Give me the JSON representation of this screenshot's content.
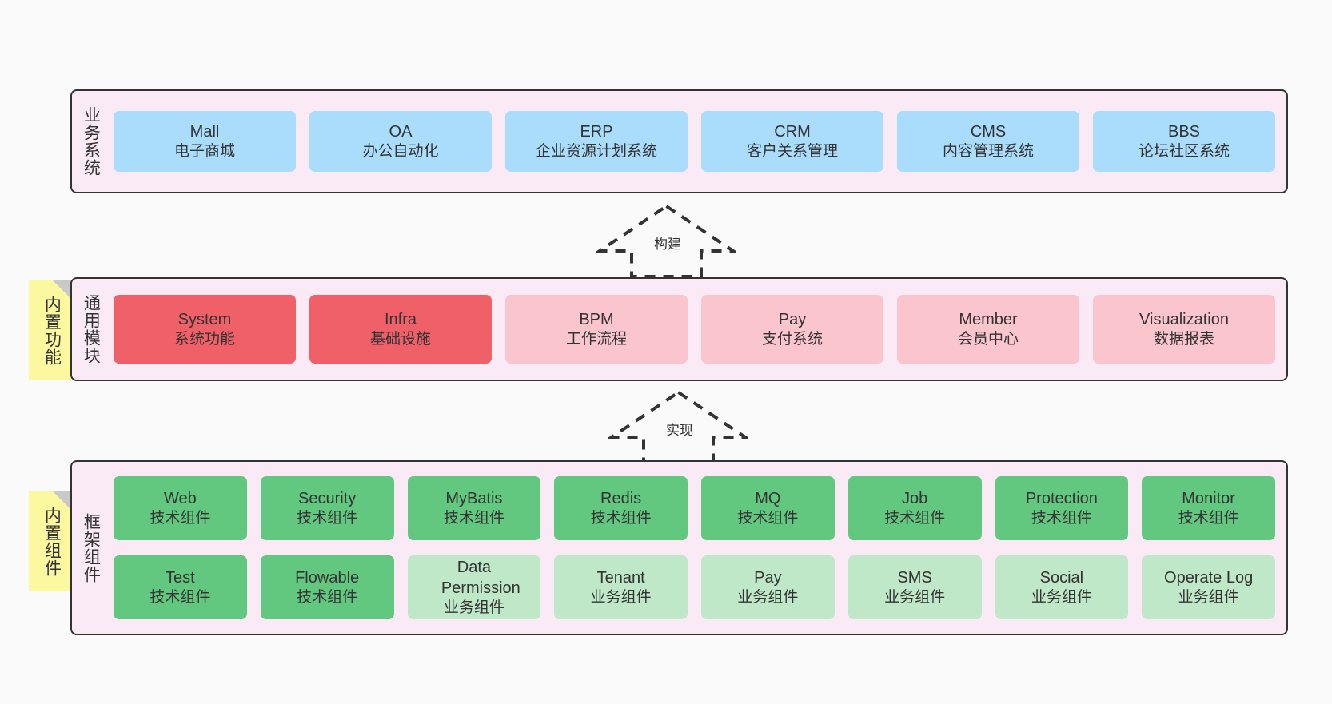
{
  "diagram": {
    "title_icon": "architecture-diagram",
    "background": "#fafafa"
  },
  "layers": [
    {
      "id": "business",
      "title": "业务系统",
      "note": null,
      "band_color": "#faeaf5",
      "rows": [
        [
          {
            "en": "Mall",
            "cn": "电子商城",
            "color": "#aadcfb"
          },
          {
            "en": "OA",
            "cn": "办公自动化",
            "color": "#aadcfb"
          },
          {
            "en": "ERP",
            "cn": "企业资源计划系统",
            "color": "#aadcfb"
          },
          {
            "en": "CRM",
            "cn": "客户关系管理",
            "color": "#aadcfb"
          },
          {
            "en": "CMS",
            "cn": "内容管理系统",
            "color": "#aadcfb"
          },
          {
            "en": "BBS",
            "cn": "论坛社区系统",
            "color": "#aadcfb"
          }
        ]
      ]
    },
    {
      "id": "common",
      "title": "通用模块",
      "note": "内置功能",
      "band_color": "#faeaf5",
      "rows": [
        [
          {
            "en": "System",
            "cn": "系统功能",
            "color": "#ef6069"
          },
          {
            "en": "Infra",
            "cn": "基础设施",
            "color": "#ef6069"
          },
          {
            "en": "BPM",
            "cn": "工作流程",
            "color": "#fbc5cd"
          },
          {
            "en": "Pay",
            "cn": "支付系统",
            "color": "#fbc5cd"
          },
          {
            "en": "Member",
            "cn": "会员中心",
            "color": "#fbc5cd"
          },
          {
            "en": "Visualization",
            "cn": "数据报表",
            "color": "#fbc5cd"
          }
        ]
      ]
    },
    {
      "id": "framework",
      "title": "框架组件",
      "note": "内置组件",
      "band_color": "#faeaf5",
      "rows": [
        [
          {
            "en": "Web",
            "cn": "技术组件",
            "color": "#62c77f"
          },
          {
            "en": "Security",
            "cn": "技术组件",
            "color": "#62c77f"
          },
          {
            "en": "MyBatis",
            "cn": "技术组件",
            "color": "#62c77f"
          },
          {
            "en": "Redis",
            "cn": "技术组件",
            "color": "#62c77f"
          },
          {
            "en": "MQ",
            "cn": "技术组件",
            "color": "#62c77f"
          },
          {
            "en": "Job",
            "cn": "技术组件",
            "color": "#62c77f"
          },
          {
            "en": "Protection",
            "cn": "技术组件",
            "color": "#62c77f"
          },
          {
            "en": "Monitor",
            "cn": "技术组件",
            "color": "#62c77f"
          }
        ],
        [
          {
            "en": "Test",
            "cn": "技术组件",
            "color": "#62c77f"
          },
          {
            "en": "Flowable",
            "cn": "技术组件",
            "color": "#62c77f"
          },
          {
            "en": "Data Permission",
            "cn": "业务组件",
            "color": "#bfe8c8"
          },
          {
            "en": "Tenant",
            "cn": "业务组件",
            "color": "#bfe8c8"
          },
          {
            "en": "Pay",
            "cn": "业务组件",
            "color": "#bfe8c8"
          },
          {
            "en": "SMS",
            "cn": "业务组件",
            "color": "#bfe8c8"
          },
          {
            "en": "Social",
            "cn": "业务组件",
            "color": "#bfe8c8"
          },
          {
            "en": "Operate Log",
            "cn": "业务组件",
            "color": "#bfe8c8"
          }
        ]
      ]
    }
  ],
  "connectors": [
    {
      "id": "build",
      "label": "构建",
      "from": "common",
      "to": "business",
      "style": "dashed-hollow-arrow"
    },
    {
      "id": "impl",
      "label": "实现",
      "from": "framework",
      "to": "common",
      "style": "dashed-hollow-arrow"
    }
  ]
}
